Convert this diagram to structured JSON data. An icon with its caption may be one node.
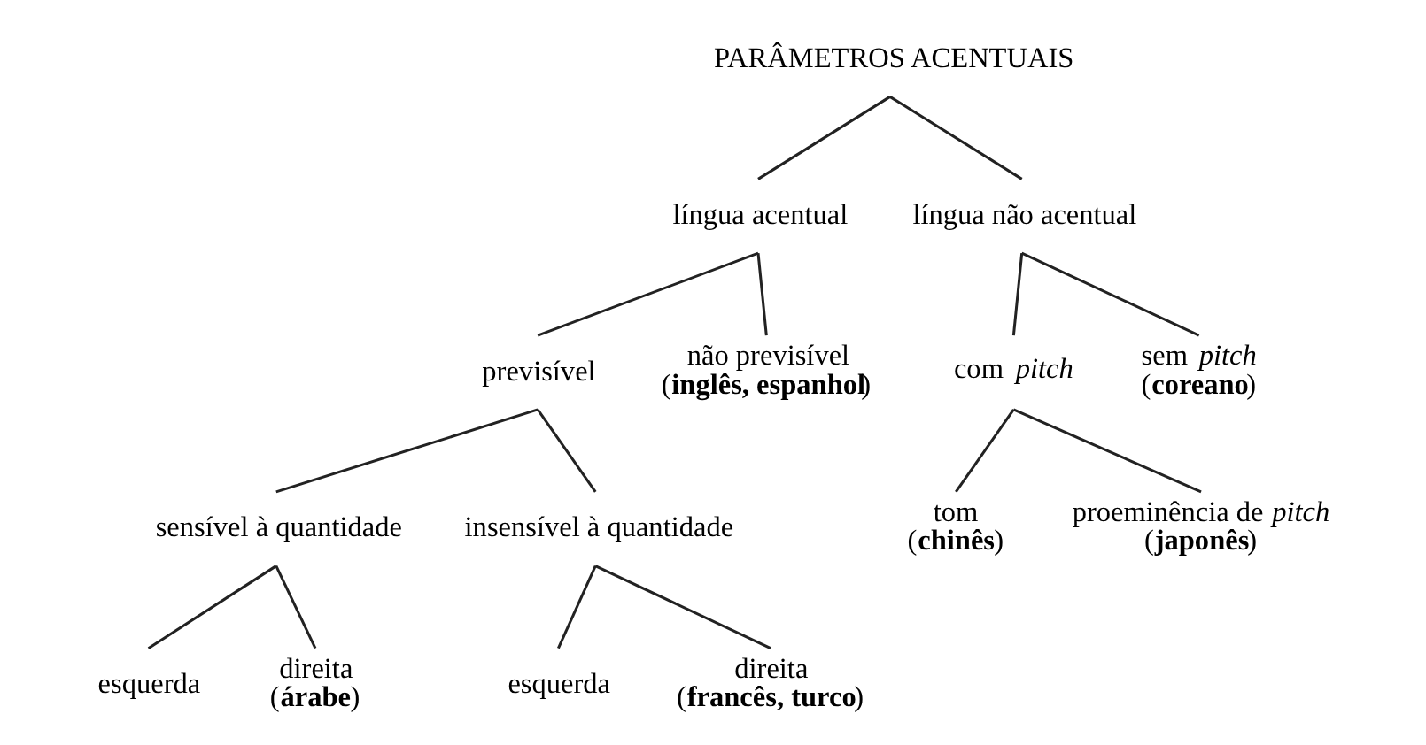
{
  "diagram": {
    "nodes": [
      {
        "text": [
          "PARÂMETROS ACENTUAIS"
        ]
      },
      {
        "text": [
          "língua acentual"
        ]
      },
      {
        "text": [
          "língua não acentual"
        ]
      },
      {
        "text": [
          "previsível"
        ]
      },
      {
        "text": [
          "não previsível",
          "(**inglês, espanhol**)"
        ]
      },
      {
        "text": [
          "com *pitch*"
        ]
      },
      {
        "text": [
          "sem *pitch*",
          "(**coreano**)"
        ]
      },
      {
        "text": [
          "sensível à quantidade"
        ]
      },
      {
        "text": [
          "insensível à quantidade"
        ]
      },
      {
        "text": [
          "tom",
          "(**chinês**)"
        ]
      },
      {
        "text": [
          "proeminência de *pitch*",
          "(**japonês**)"
        ]
      },
      {
        "text": [
          "esquerda"
        ]
      },
      {
        "text": [
          "direita",
          "(**árabe**)"
        ]
      },
      {
        "text": [
          "esquerda"
        ]
      },
      {
        "text": [
          "direita",
          "(**francês, turco**)"
        ]
      }
    ],
    "edges": [
      {
        "from": 0,
        "to": 1,
        "arrow": "none"
      },
      {
        "from": 0,
        "to": 2,
        "arrow": "none"
      },
      {
        "from": 1,
        "to": 3,
        "arrow": "none"
      },
      {
        "from": 1,
        "to": 4,
        "arrow": "none"
      },
      {
        "from": 2,
        "to": 5,
        "arrow": "none"
      },
      {
        "from": 2,
        "to": 6,
        "arrow": "none"
      },
      {
        "from": 3,
        "to": 7,
        "arrow": "none"
      },
      {
        "from": 3,
        "to": 8,
        "arrow": "none"
      },
      {
        "from": 5,
        "to": 9,
        "arrow": "none"
      },
      {
        "from": 5,
        "to": 10,
        "arrow": "none"
      },
      {
        "from": 7,
        "to": 11,
        "arrow": "none"
      },
      {
        "from": 7,
        "to": 12,
        "arrow": "none"
      },
      {
        "from": 8,
        "to": 13,
        "arrow": "none"
      },
      {
        "from": 8,
        "to": 14,
        "arrow": "none"
      }
    ]
  }
}
